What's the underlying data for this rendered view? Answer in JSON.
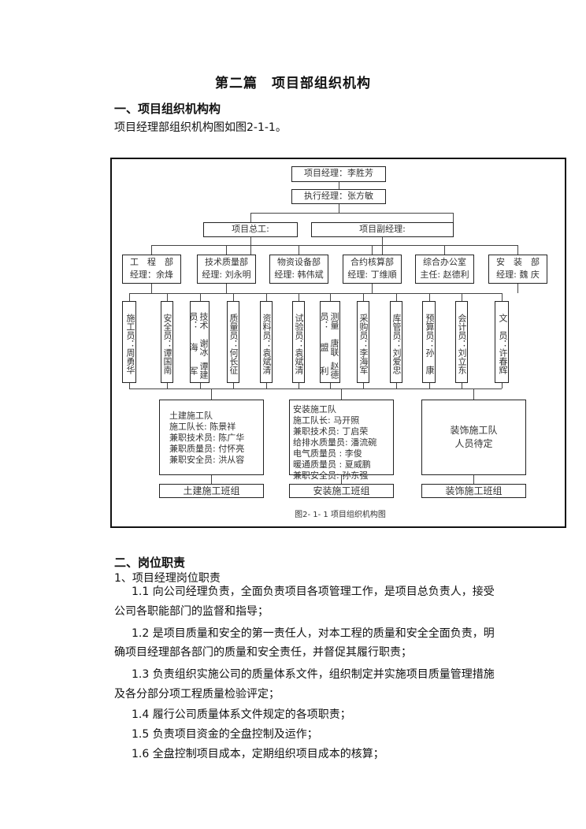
{
  "title": "第二篇　项目部组织机构",
  "section1": {
    "heading": "一、项目组织机构构",
    "intro": "项目经理部组织机构图如图2-1-1。"
  },
  "chart": {
    "pm": "项目经理：李胜芳",
    "exec": "执行经理：张方敏",
    "chief": "项目总工:",
    "deputy": "项目副经理:",
    "depts": [
      {
        "name": "工　程　部",
        "head": "经理：余烽"
      },
      {
        "name": "技术质量部",
        "head": "经理: 刘永明"
      },
      {
        "name": "物资设备部",
        "head": "经理: 韩伟斌"
      },
      {
        "name": "合约核算部",
        "head": "经理: 丁维順"
      },
      {
        "name": "综合办公室",
        "head": "主任: 赵德利"
      },
      {
        "name": "安　装　部",
        "head": "经理: 魏 庆"
      }
    ],
    "staff": [
      {
        "role": "施工员：",
        "names": [
          "周勇华"
        ]
      },
      {
        "role": "安全员：",
        "names": [
          "谭国南"
        ]
      },
      {
        "role": "技术员：",
        "names": [
          "谢冰海",
          "谭建军"
        ]
      },
      {
        "role": "质量员：",
        "names": [
          "何长征"
        ]
      },
      {
        "role": "资料员：",
        "names": [
          "袁斌清"
        ]
      },
      {
        "role": "试验员：",
        "names": [
          "袁斌清"
        ]
      },
      {
        "role": "测量员：",
        "names": [
          "唐联盟",
          "赵德利"
        ]
      },
      {
        "role": "采购员：",
        "names": [
          "李海军"
        ]
      },
      {
        "role": "库管员：",
        "names": [
          "刘爱忠"
        ]
      },
      {
        "role": "预算员：",
        "names": [
          "孙　康"
        ]
      },
      {
        "role": "会计员：",
        "names": [
          "刘立东"
        ]
      },
      {
        "role": "文　员：",
        "names": [
          "许春辉"
        ]
      }
    ],
    "teams": [
      {
        "lines": [
          "土建施工队",
          "施工队长: 陈景祥",
          "兼职技术员: 陈广华",
          "兼职质量员: 付怀亮",
          "兼职安全员: 洪从容"
        ],
        "group": "土建施工班组"
      },
      {
        "lines": [
          "安装施工队",
          "施工队长: 马开照",
          "兼职技术员: 丁启荣",
          "给排水质量员: 潘流碗",
          "电气质量员 : 李俊",
          "暖通质量员 : 夏威鹏",
          "兼职安全员: 孙东强"
        ],
        "group": "安装施工班组"
      },
      {
        "lines": [
          "装饰施工队",
          "人员待定"
        ],
        "group": "装饰施工班组"
      }
    ],
    "caption": "图2- 1- 1  项目组织机构图"
  },
  "section2": {
    "heading": "二、岗位职责",
    "sub": "1、项目经理岗位职责",
    "lines": [
      "1.1 向公司经理负责，全面负责项目各项管理工作，是项目总负责人，接受",
      "公司各职能部门的监督和指导；",
      "1.2 是项目质量和安全的第一责任人，对本工程的质量和安全全面负责，明",
      "确项目经理部各部门的质量和安全责任，并督促其履行职责；",
      "1.3 负责组织实施公司的质量体系文件，组织制定并实施项目质量管理措施",
      "及各分部分项工程质量检验评定；",
      "1.4 履行公司质量体系文件规定的各项职责；",
      "1.5 负责项目资金的全盘控制及运作；",
      "1.6 全盘控制项目成本，定期组织项目成本的核算；"
    ]
  }
}
